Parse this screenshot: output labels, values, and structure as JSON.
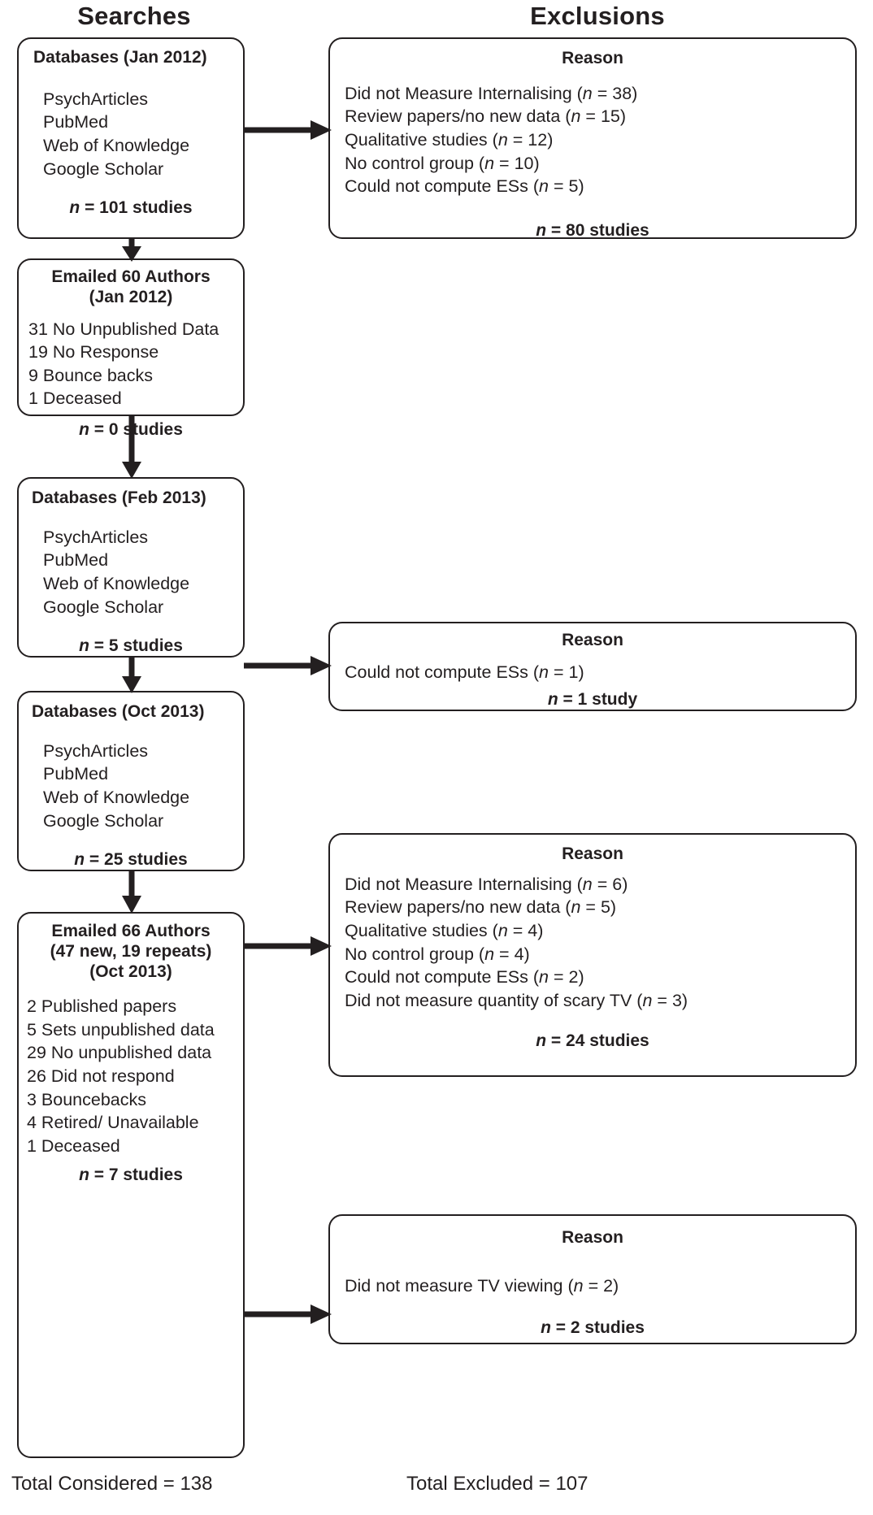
{
  "columns": {
    "left_title": "Searches",
    "right_title": "Exclusions"
  },
  "left_column": [
    {
      "id": "db2012",
      "head": "Databases (Jan 2012)",
      "lines": [
        "PsychArticles",
        "PubMed",
        "Web of Knowledge",
        "Google Scholar"
      ],
      "total": "n = 101 studies"
    },
    {
      "id": "email2012",
      "head": "Emailed 60 Authors\n(Jan 2012)",
      "head_line1": "Emailed 60 Authors",
      "head_line2": "(Jan 2012)",
      "lines": [
        "31 No Unpublished Data",
        "19 No Response",
        "9 Bounce backs",
        "1 Deceased"
      ],
      "total": "n = 0 studies"
    },
    {
      "id": "db2013feb",
      "head": "Databases (Feb 2013)",
      "lines": [
        "PsychArticles",
        "PubMed",
        "Web of Knowledge",
        "Google Scholar"
      ],
      "total": "n = 5 studies"
    },
    {
      "id": "db2013oct",
      "head": "Databases (Oct 2013)",
      "lines": [
        "PsychArticles",
        "PubMed",
        "Web of Knowledge",
        "Google Scholar"
      ],
      "total": "n = 25 studies"
    },
    {
      "id": "email2013",
      "head_line1": "Emailed 66 Authors",
      "head_line2": "(47 new, 19 repeats)",
      "head_line3": "(Oct 2013)",
      "lines": [
        "2 Published papers",
        "5 Sets unpublished data",
        "29 No unpublished data",
        "26 Did not respond",
        "3 Bouncebacks",
        "4 Retired/ Unavailable",
        "1 Deceased"
      ],
      "total": "n = 7 studies"
    }
  ],
  "right_column": [
    {
      "id": "excl1",
      "head": "Reason",
      "lines": [
        "Did not Measure Internalising (n = 38)",
        "Review papers/no new data (n = 15)",
        "Qualitative studies (n = 12)",
        "No control group (n = 10)",
        "Could not compute ESs (n = 5)"
      ],
      "total": "n = 80 studies"
    },
    {
      "id": "excl2",
      "head": "Reason",
      "lines": [
        "Could not compute ESs (n = 1)"
      ],
      "total": "n = 1 study"
    },
    {
      "id": "excl3",
      "head": "Reason",
      "lines": [
        "Did not Measure Internalising (n = 6)",
        "Review papers/no new data (n = 5)",
        "Qualitative studies (n = 4)",
        "No control group (n = 4)",
        "Could not compute ESs (n = 2)",
        "Did not measure quantity of scary TV (n = 3)"
      ],
      "total": "n = 24 studies"
    },
    {
      "id": "excl4",
      "head": "Reason",
      "lines": [
        "Did not measure TV viewing (n = 2)"
      ],
      "total": "n = 2 studies"
    }
  ],
  "footer": {
    "total_considered": "Total Considered = 138",
    "total_excluded": "Total Excluded = 107"
  },
  "colors": {
    "ink": "#231f20",
    "background": "#ffffff"
  },
  "chart_data": {
    "type": "diagram",
    "title": "PRISMA-style study selection flow diagram",
    "nodes": [
      {
        "column": "Searches",
        "label": "Databases (Jan 2012)",
        "n": 101,
        "unit": "studies"
      },
      {
        "column": "Searches",
        "label": "Emailed 60 Authors (Jan 2012)",
        "n": 0,
        "unit": "studies"
      },
      {
        "column": "Searches",
        "label": "Databases (Feb 2013)",
        "n": 5,
        "unit": "studies"
      },
      {
        "column": "Searches",
        "label": "Databases (Oct 2013)",
        "n": 25,
        "unit": "studies"
      },
      {
        "column": "Searches",
        "label": "Emailed 66 Authors (Oct 2013)",
        "n": 7,
        "unit": "studies"
      },
      {
        "column": "Exclusions",
        "label": "Reason (from Jan 2012 databases)",
        "n": 80,
        "unit": "studies"
      },
      {
        "column": "Exclusions",
        "label": "Reason (from Feb 2013 databases)",
        "n": 1,
        "unit": "study"
      },
      {
        "column": "Exclusions",
        "label": "Reason (from Oct 2013 databases)",
        "n": 24,
        "unit": "studies"
      },
      {
        "column": "Exclusions",
        "label": "Reason (from Oct 2013 emails)",
        "n": 2,
        "unit": "studies"
      }
    ],
    "totals": {
      "considered": 138,
      "excluded": 107
    }
  }
}
